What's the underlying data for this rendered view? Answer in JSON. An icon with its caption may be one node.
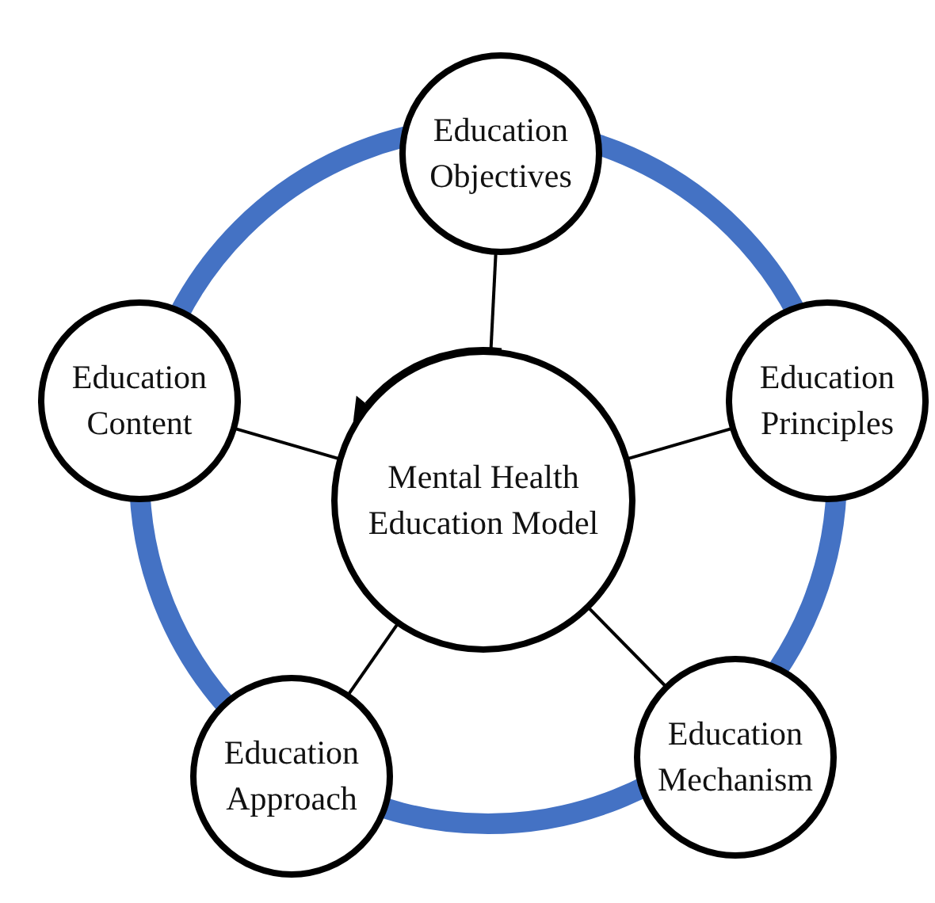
{
  "diagram": {
    "nodes": [
      {
        "text": [
          "Education Objectives"
        ]
      },
      {
        "text": [
          "Education Principles"
        ]
      },
      {
        "text": [
          "Education Mechanism"
        ]
      },
      {
        "text": [
          "Education Approach"
        ]
      },
      {
        "text": [
          "Education Content"
        ]
      },
      {
        "text": [
          "Mental Health Education Model"
        ]
      }
    ],
    "edges": [
      {
        "from": 0,
        "to": 5,
        "arrow": "none"
      },
      {
        "from": 1,
        "to": 5,
        "arrow": "none"
      },
      {
        "from": 2,
        "to": 5,
        "arrow": "none"
      },
      {
        "from": 3,
        "to": 5,
        "arrow": "none"
      },
      {
        "from": 4,
        "to": 5,
        "arrow": "none"
      }
    ]
  }
}
